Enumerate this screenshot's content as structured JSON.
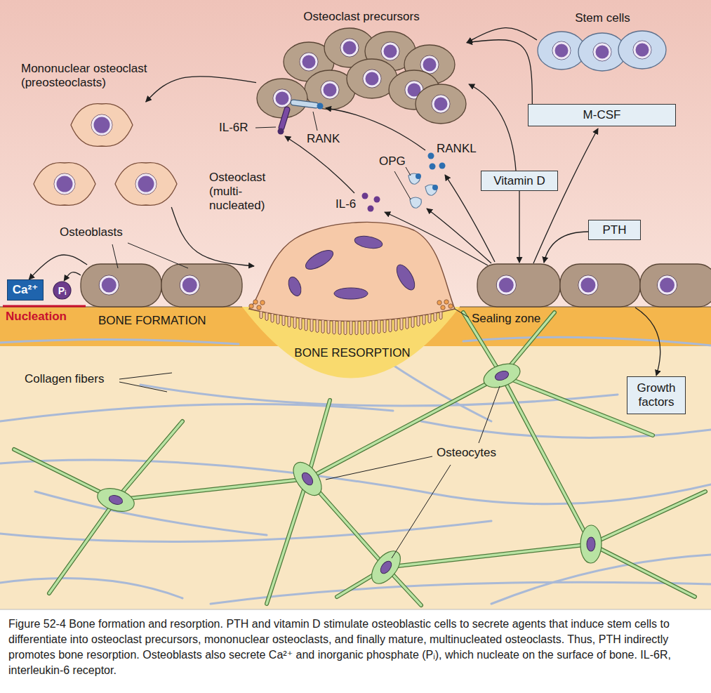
{
  "diagram": {
    "caption": "Figure 52-4 Bone formation and resorption. PTH and vitamin D stimulate osteoblastic cells to secrete agents that induce stem cells to differentiate into osteoclast precursors, mononuclear osteoclasts, and finally mature, multinucleated osteoclasts. Thus, PTH indirectly promotes bone resorption. Osteoblasts also secrete Ca²⁺ and inorganic phosphate (Pᵢ), which nucleate on the surface of bone. IL-6R, interleukin-6 receptor.",
    "nodes": [
      {
        "text": [
          "Osteoclast precursors"
        ]
      },
      {
        "text": [
          "Stem cells"
        ]
      },
      {
        "text": [
          "Mononuclear osteoclast (preosteoclasts)"
        ]
      },
      {
        "text": [
          "M-CSF"
        ]
      },
      {
        "text": [
          "Osteoclast (multi- nucleated)"
        ]
      },
      {
        "text": [
          "Vitamin D"
        ]
      },
      {
        "text": [
          "PTH"
        ]
      },
      {
        "text": [
          "Osteoblasts"
        ]
      },
      {
        "text": [
          "Ca²⁺"
        ]
      },
      {
        "text": [
          "Pᵢ"
        ]
      },
      {
        "text": [
          "Growth factors"
        ]
      }
    ],
    "edges": [
      {
        "from": 1,
        "to": 0,
        "arrow": "to"
      },
      {
        "from": 3,
        "to": 0,
        "arrow": "to"
      },
      {
        "from": 0,
        "to": 2,
        "arrow": "to"
      },
      {
        "from": 2,
        "to": 4,
        "arrow": "to"
      },
      {
        "from": 7,
        "to": 8,
        "arrow": "to"
      },
      {
        "from": 7,
        "to": 9,
        "arrow": "to"
      }
    ],
    "labels": [
      "IL-6R",
      "RANK",
      "RANKL",
      "OPG",
      "IL-6",
      "Nucleation",
      "BONE FORMATION",
      "Sealing zone",
      "BONE RESORPTION",
      "Collagen fibers",
      "Osteocytes"
    ]
  }
}
